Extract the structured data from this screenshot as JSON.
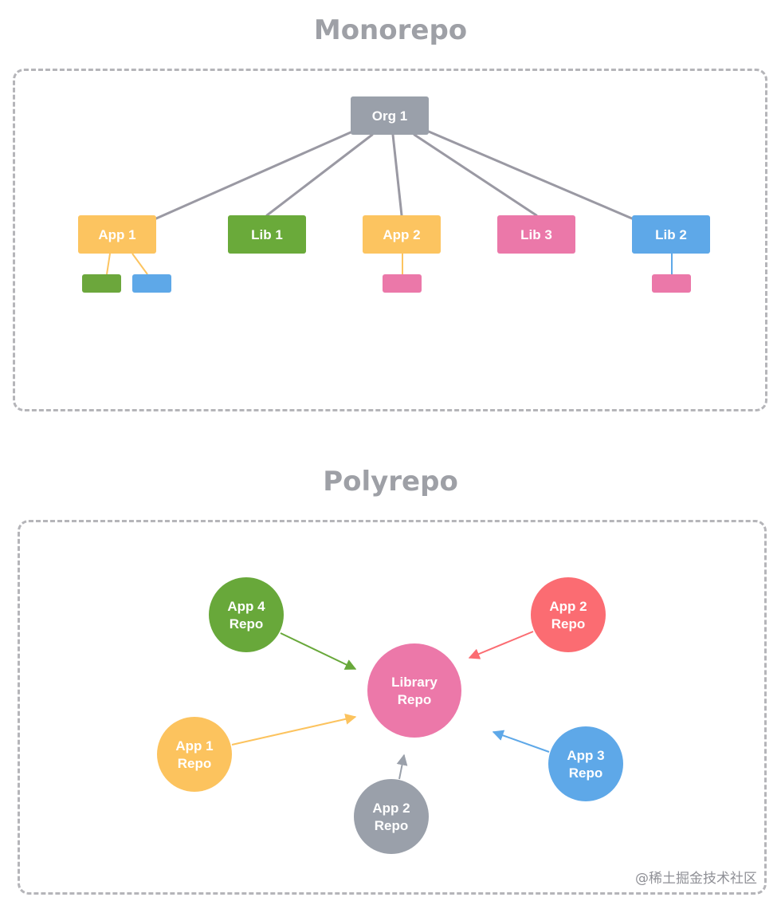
{
  "monorepo": {
    "title": "Monorepo",
    "root": {
      "label": "Org 1",
      "color": "#9aa0aa"
    },
    "children": [
      {
        "label": "App 1",
        "color": "#fcc460",
        "deps": [
          "#6ca73c",
          "#5ea8e8"
        ]
      },
      {
        "label": "Lib 1",
        "color": "#6aaa3a",
        "deps": []
      },
      {
        "label": "App 2",
        "color": "#fcc460",
        "deps": [
          "#eb78a9"
        ]
      },
      {
        "label": "Lib 3",
        "color": "#eb78a9",
        "deps": []
      },
      {
        "label": "Lib 2",
        "color": "#5ea8e8",
        "deps": [
          "#eb78a9"
        ]
      }
    ],
    "edge_color": "#9a99a3"
  },
  "polyrepo": {
    "title": "Polyrepo",
    "center": {
      "lines": [
        "Library",
        "Repo"
      ],
      "color": "#ec78a9"
    },
    "repos": [
      {
        "lines": [
          "App 4",
          "Repo"
        ],
        "color": "#68a83a"
      },
      {
        "lines": [
          "App 2",
          "Repo"
        ],
        "color": "#fb6c72"
      },
      {
        "lines": [
          "App 1",
          "Repo"
        ],
        "color": "#fcc35e"
      },
      {
        "lines": [
          "App 2",
          "Repo"
        ],
        "color": "#9aa0aa"
      },
      {
        "lines": [
          "App 3",
          "Repo"
        ],
        "color": "#5ea8e8"
      }
    ]
  },
  "watermark": "@稀土掘金技术社区"
}
